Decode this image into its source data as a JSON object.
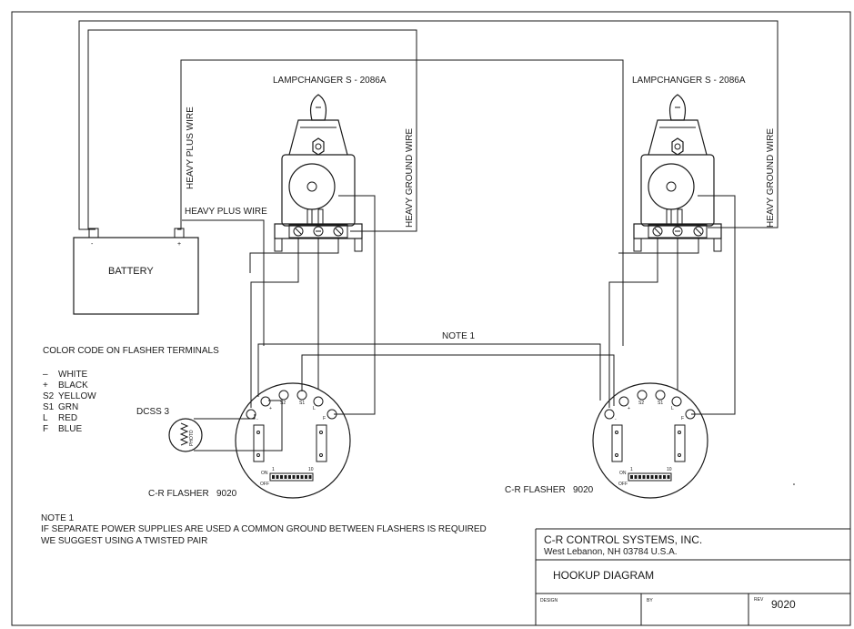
{
  "lampchanger_left": {
    "label": "LAMPCHANGER S - 2086A"
  },
  "lampchanger_right": {
    "label": "LAMPCHANGER S - 2086A"
  },
  "wires": {
    "heavy_plus_vertical": "HEAVY PLUS WIRE",
    "heavy_plus_horizontal": "HEAVY PLUS WIRE",
    "heavy_ground_left": "HEAVY GROUND WIRE",
    "heavy_ground_right": "HEAVY GROUND WIRE",
    "note_label": "NOTE 1"
  },
  "battery": {
    "label": "BATTERY",
    "minus": "-",
    "plus": "+"
  },
  "color_code": {
    "title": "COLOR CODE ON FLASHER TERMINALS",
    "entries": [
      {
        "code": "–",
        "color": "WHITE"
      },
      {
        "code": "+",
        "color": "BLACK"
      },
      {
        "code": "S2",
        "color": "YELLOW"
      },
      {
        "code": "S1",
        "color": "GRN"
      },
      {
        "code": "L",
        "color": "RED"
      },
      {
        "code": "F",
        "color": "BLUE"
      }
    ]
  },
  "photocell": {
    "label": "DCSS 3",
    "inner": "PHOTO"
  },
  "flasher_left": {
    "label": "C-R FLASHER",
    "model": "9020"
  },
  "flasher_right": {
    "label": "C-R FLASHER",
    "model": "9020"
  },
  "flasher_terms": {
    "minus": "-",
    "plus": "+",
    "s2": "S2",
    "s1": "S1",
    "l": "L",
    "f": "F",
    "on": "ON",
    "off": "OFF",
    "one": "1",
    "ten": "10"
  },
  "note": {
    "title": "NOTE 1",
    "line1": "IF SEPARATE POWER SUPPLIES ARE USED  A COMMON GROUND BETWEEN FLASHERS IS REQUIRED",
    "line2": "WE SUGGEST USING A TWISTED PAIR"
  },
  "title_block": {
    "company": "C-R CONTROL SYSTEMS, INC.",
    "address": "West Lebanon, NH 03784 U.S.A.",
    "drawing_title": "HOOKUP DIAGRAM",
    "design_label": "DESIGN",
    "by_label": "BY",
    "rev_label": "REV",
    "rev_value": "9020"
  }
}
